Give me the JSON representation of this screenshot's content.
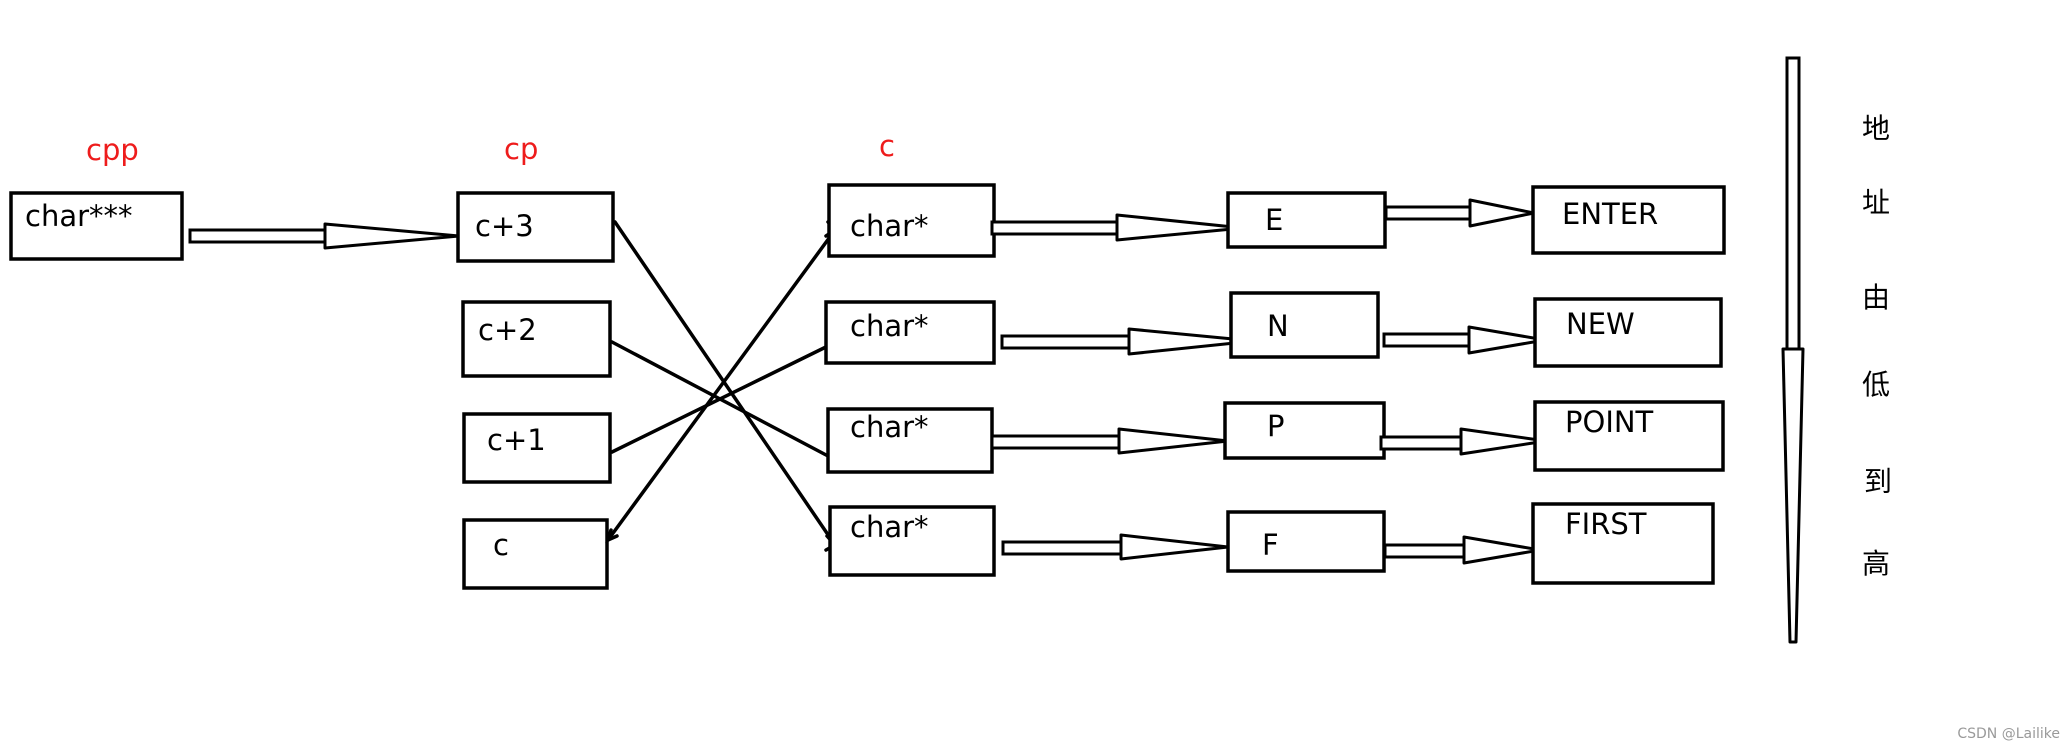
{
  "labels": {
    "cpp": "cpp",
    "cp": "cp",
    "c": "c"
  },
  "cpp_box": "char***",
  "cp_boxes": [
    "c+3",
    "c+2",
    "c+1",
    "c"
  ],
  "c_boxes": [
    "char*",
    "char*",
    "char*",
    "char*"
  ],
  "letters": [
    "E",
    "N",
    "P",
    "F"
  ],
  "words": [
    "ENTER",
    "NEW",
    "POINT",
    "FIRST"
  ],
  "address_chars": [
    "地",
    "址",
    "由",
    "低",
    "到",
    "高"
  ],
  "watermark": "CSDN @Lailike",
  "colors": {
    "label_red": "#ee1c1c",
    "line": "#000000"
  }
}
